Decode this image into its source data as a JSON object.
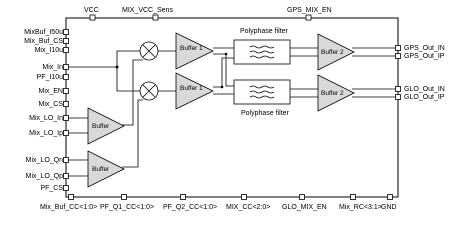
{
  "top_pins": {
    "vcc": "VCC",
    "mix_vcc_sens": "MIX_VCC_Sens",
    "gps_mix_en": "GPS_MIX_EN"
  },
  "left_pins": [
    "MixBuf_I50u",
    "Mix_Buf_CS",
    "Mix_I10u",
    "Mix_In",
    "PF_I10u",
    "Mix_EN",
    "Mix_CS",
    "Mix_LO_In",
    "Mix_LO_Ip",
    "Mix_LO_Qn",
    "Mix_LO_Qp",
    "PF_CS"
  ],
  "right_pins": [
    "GPS_Out_IN",
    "GPS_Out_IP",
    "GLO_Out_IN",
    "GLO_Out_IP"
  ],
  "bottom_pins": [
    "Mix_Buf_CC<1:0>",
    "PF_Q1_CC<1:0>",
    "PF_Q2_CC<1:0>",
    "MIX_CC<2:0>",
    "GLO_MIX_EN",
    "Mix_RC<3:1>",
    "GND"
  ],
  "blocks": {
    "buffer1_top": "Buffer 1",
    "buffer1_bottom": "Buffer 1",
    "buffer2_top": "Buffer 2",
    "buffer2_bottom": "Buffer 2",
    "lo_buffer_i": "Buffer",
    "lo_buffer_q": "Buffer",
    "polyphase_top": "Polyphase filter",
    "polyphase_bottom": "Polyphase filter"
  },
  "colors": {
    "line": "#000000",
    "amplifier_fill": "#d9d9d9",
    "background": "#ffffff"
  }
}
